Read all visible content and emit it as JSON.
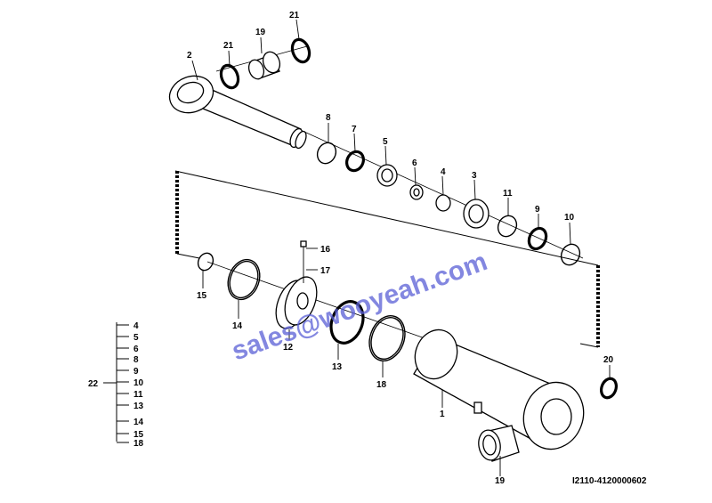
{
  "diagram": {
    "watermark": "sales@wooyeah.com",
    "reference_code": "I2110-4120000602",
    "callouts": {
      "c21a": "21",
      "c21b": "21",
      "c19a": "19",
      "c2": "2",
      "c8": "8",
      "c7": "7",
      "c5": "5",
      "c6": "6",
      "c4": "4",
      "c3": "3",
      "c11": "11",
      "c9": "9",
      "c10": "10",
      "c16": "16",
      "c17": "17",
      "c15": "15",
      "c14": "14",
      "c12": "12",
      "c13": "13",
      "c18": "18",
      "c1": "1",
      "c20": "20",
      "c19b": "19"
    },
    "group": {
      "label": "22",
      "items": [
        "4",
        "5",
        "6",
        "8",
        "9",
        "10",
        "11",
        "13",
        "14",
        "15",
        "18"
      ]
    }
  }
}
